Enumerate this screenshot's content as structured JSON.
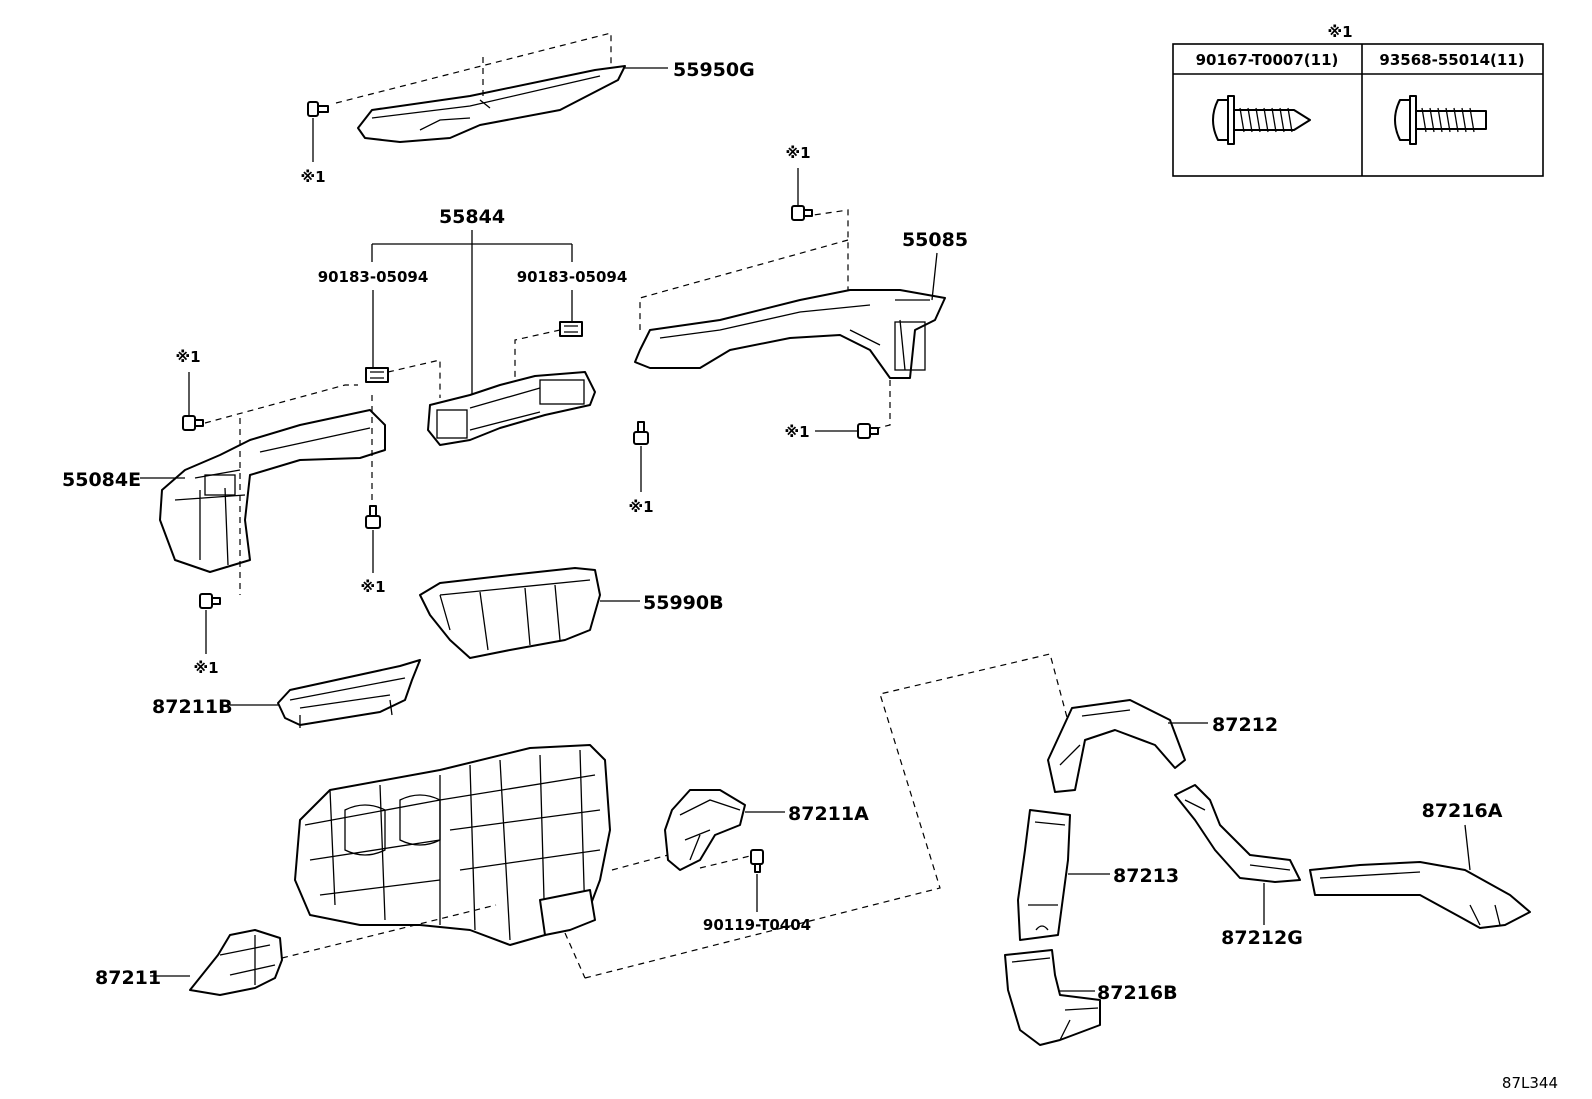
{
  "diagram_code": "87L344",
  "legend": {
    "mark": "※1",
    "headers": [
      "90167-T0007(11)",
      "93568-55014(11)"
    ]
  },
  "parts": {
    "p55950G": "55950G",
    "p55844": "55844",
    "p90183_left": "90183-05094",
    "p90183_right": "90183-05094",
    "p55085": "55085",
    "p55084E": "55084E",
    "p55990B": "55990B",
    "p87211B": "87211B",
    "p87211A": "87211A",
    "p90119": "90119-T0404",
    "p87211": "87211",
    "p87212": "87212",
    "p87213": "87213",
    "p87216A": "87216A",
    "p87212G": "87212G",
    "p87216B": "87216B"
  },
  "marks": {
    "m1": "※1",
    "m2": "※1",
    "m3": "※1",
    "m4": "※1",
    "m5": "※1",
    "m6": "※1",
    "m7": "※1",
    "m8": "※1"
  }
}
